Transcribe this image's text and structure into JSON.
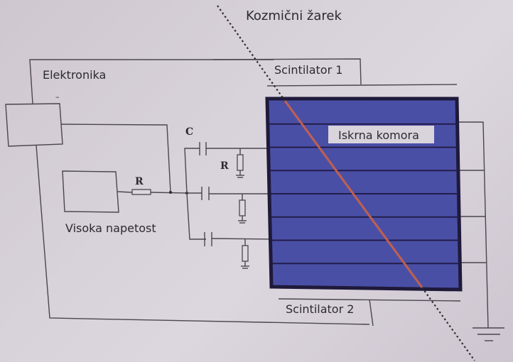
{
  "title": "Kozmični žarek",
  "labels": {
    "cosmic_ray": "Kozmični žarek",
    "electronics": "Elektronika",
    "electronics_minus": "–",
    "scintillator_1": "Scintilator 1",
    "scintillator_2": "Scintilator 2",
    "spark_chamber": "Iskrna komora",
    "high_voltage": "Visoka napetost",
    "resistor_main": "R",
    "resistor_branch": "R",
    "capacitor": "C"
  },
  "components": {
    "spark_chamber_plates": 8,
    "capacitor_branches": 3,
    "resistor_to_ground_branches": 3,
    "right_side_ground_connections": 4
  },
  "colors": {
    "chamber_fill": "#4a4fa6",
    "chamber_border": "#1f1a3a",
    "plate_lines": "#221d4a",
    "ray_track": "#c1604f",
    "wire": "#4a4650",
    "background": "#d6d0d8",
    "label_box": "#d9d4dc"
  }
}
